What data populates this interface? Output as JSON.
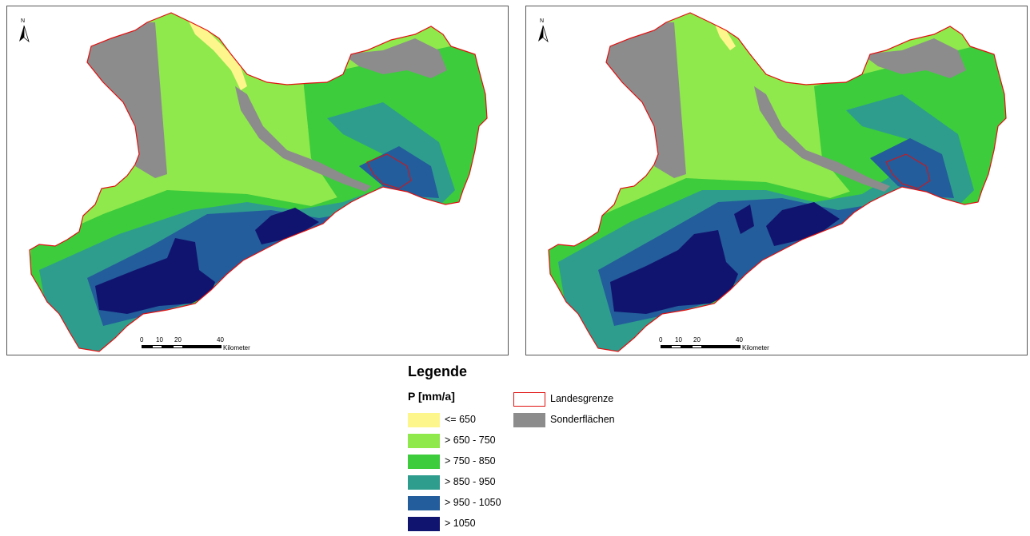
{
  "colors": {
    "c650": "#fdf68c",
    "c750": "#8fe84c",
    "c850": "#3ccc3c",
    "c950": "#2e9d8e",
    "c1050": "#235d9b",
    "c1051": "#11146f",
    "sonder": "#8c8c8c",
    "border": "#e01010"
  },
  "maps": [
    {
      "north_label": "N",
      "scale": {
        "ticks": [
          "0",
          "10",
          "20",
          "40"
        ],
        "unit": "Kilometer"
      }
    },
    {
      "north_label": "N",
      "scale": {
        "ticks": [
          "0",
          "10",
          "20",
          "40"
        ],
        "unit": "Kilometer"
      }
    }
  ],
  "legend": {
    "title": "Legende",
    "subtitle": "P [mm/a]",
    "classes": [
      {
        "label": "<= 650",
        "color": "#fdf68c"
      },
      {
        "label": "> 650 - 750",
        "color": "#8fe84c"
      },
      {
        "label": "> 750 - 850",
        "color": "#3ccc3c"
      },
      {
        "label": "> 850 - 950",
        "color": "#2e9d8e"
      },
      {
        "label": "> 950 - 1050",
        "color": "#235d9b"
      },
      {
        "label": "> 1050",
        "color": "#11146f"
      }
    ],
    "extra": [
      {
        "label": "Landesgrenze",
        "type": "outline",
        "color": "#e01010"
      },
      {
        "label": "Sonderflächen",
        "type": "fill",
        "color": "#8c8c8c"
      }
    ]
  }
}
